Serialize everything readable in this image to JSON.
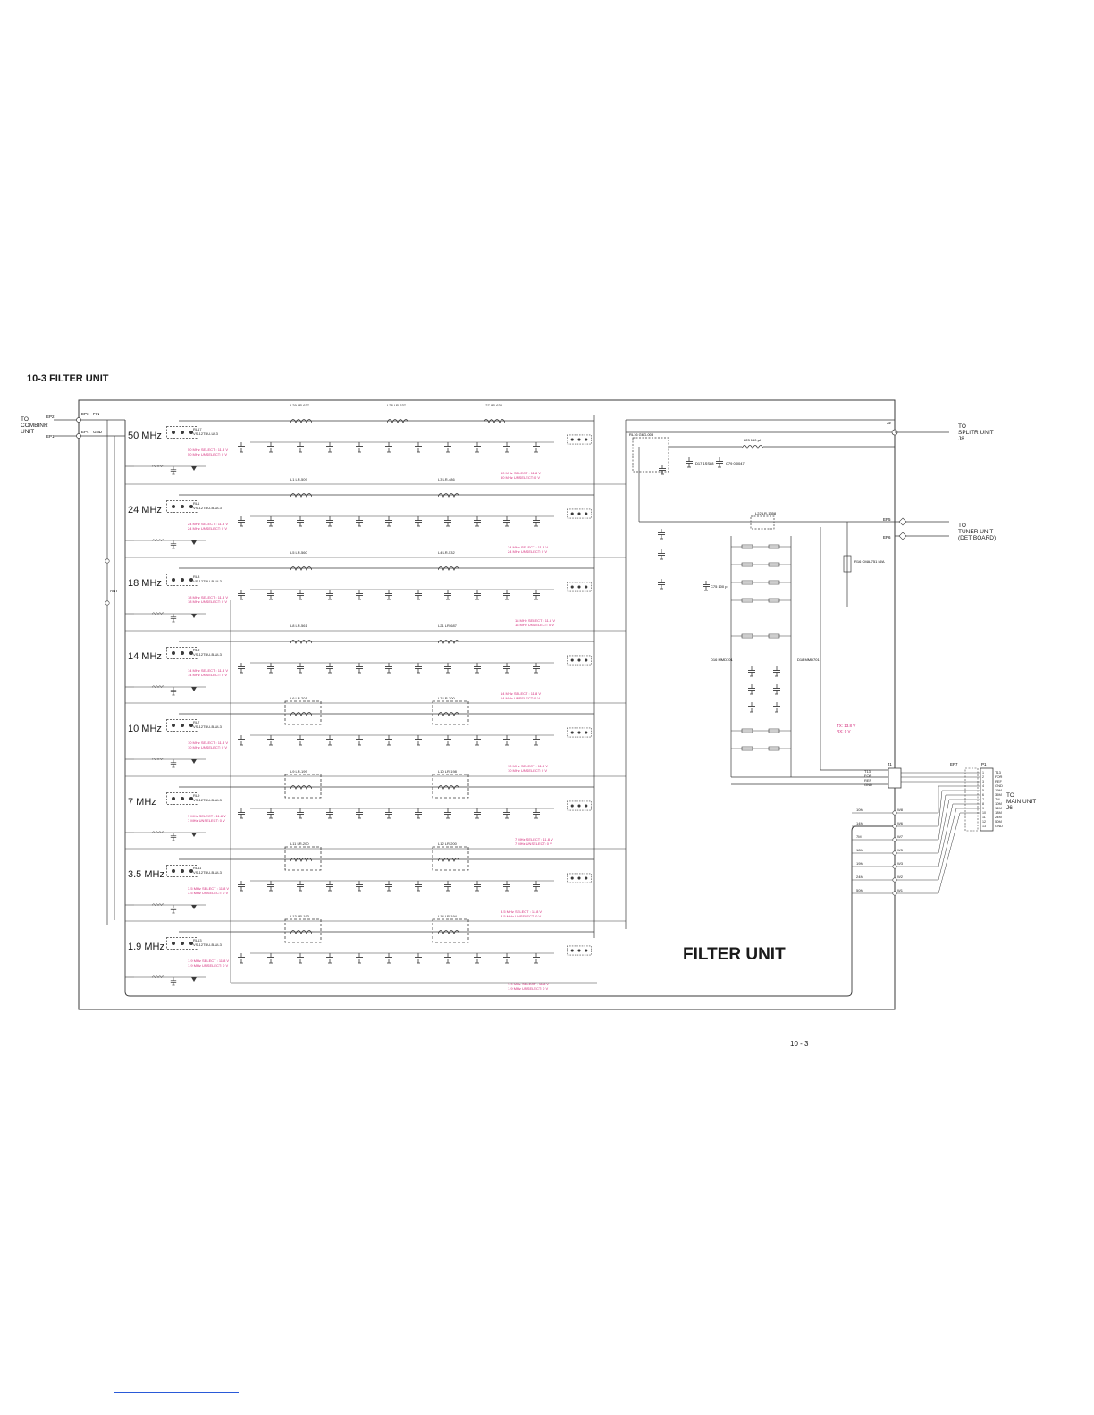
{
  "section_title": "10-3  FILTER UNIT",
  "unit_title": "FILTER UNIT",
  "page_number": "10 - 3",
  "colors": {
    "line": "#3a3a3a",
    "annotation": "#d4297a",
    "footer_rule": "#2a5ad8"
  },
  "connectors": {
    "combinr": [
      "TO",
      "COMBINR",
      "UNIT"
    ],
    "splitr": [
      "TO",
      "SPLITR UNIT",
      "J8"
    ],
    "tuner": [
      "TO",
      "TUNER UNIT",
      "(DET BOARD)"
    ],
    "main": [
      "TO",
      "MAIN UNIT",
      "J6"
    ]
  },
  "bands": [
    {
      "label": "50 MHz",
      "relay": "RL17",
      "relay_part": "VS-12TBU-UL3",
      "select": "50 MHz SELECT : 11.8 V",
      "unselect": "50 MHz UNSELECT: 0 V"
    },
    {
      "label": "24 MHz",
      "relay": "RL1",
      "relay_part": "VS-12TBU-B-UL3",
      "select": "24 MHz SELECT : 11.8 V",
      "unselect": "24 MHz UNSELECT: 0 V"
    },
    {
      "label": "18 MHz",
      "relay": "RL3",
      "relay_part": "VS-12TBU-B-UL3",
      "select": "18 MHz SELECT : 11.8 V",
      "unselect": "18 MHz UNSELECT: 0 V"
    },
    {
      "label": "14 MHz",
      "relay": "RL5",
      "relay_part": "VS-12TBU-B-UL3",
      "select": "14 MHz SELECT : 11.8 V",
      "unselect": "14 MHz UNSELECT: 0 V"
    },
    {
      "label": "10 MHz",
      "relay": "RL7",
      "relay_part": "VS-12TBU-B-UL3",
      "select": "10 MHz SELECT : 11.8 V",
      "unselect": "10 MHz UNSELECT: 0 V"
    },
    {
      "label": "7 MHz",
      "relay": "RL9",
      "relay_part": "VS-12TBU-B-UL3",
      "select": "7 MHz SELECT : 11.8 V",
      "unselect": "7 MHz UNSELECT: 0 V"
    },
    {
      "label": "3.5 MHz",
      "relay": "RL11",
      "relay_part": "VS-12TBU-B-UL3",
      "select": "3.5 MHz SELECT : 11.8 V",
      "unselect": "3.5 MHz UNSELECT: 0 V"
    },
    {
      "label": "1.9 MHz",
      "relay": "RL13",
      "relay_part": "VS-12TBU-B-UL3",
      "select": "1.9 MHz SELECT : 11.8 V",
      "unselect": "1.9 MHz UNSELECT: 0 V"
    }
  ],
  "right_annotations": [
    {
      "select": "50 MHz SELECT : 11.8 V",
      "unselect": "50 MHz UNSELECT: 0 V"
    },
    {
      "select": "24 MHz SELECT : 11.8 V",
      "unselect": "24 MHz UNSELECT: 0 V"
    },
    {
      "select": "18 MHz SELECT : 11.8 V",
      "unselect": "18 MHz UNSELECT: 0 V"
    },
    {
      "select": "14 MHz SELECT : 11.8 V",
      "unselect": "14 MHz UNSELECT: 0 V"
    },
    {
      "select": "10 MHz SELECT : 11.8 V",
      "unselect": "10 MHz UNSELECT: 0 V"
    },
    {
      "select": "7 MHz SELECT : 11.8 V",
      "unselect": "7 MHz UNSELECT: 0 V"
    },
    {
      "select": "3.5 MHz SELECT : 11.8 V",
      "unselect": "3.5 MHz UNSELECT: 0 V"
    },
    {
      "select": "1.9 MHz SELECT : 11.8 V",
      "unselect": "1.9 MHz UNSELECT: 0 V"
    }
  ],
  "tx_rx": {
    "tx": "TX: 13.8 V",
    "rx": "RX: 0 V"
  },
  "ports": {
    "ep1": "EP1",
    "ep2": "EP2",
    "ep3": "EP3",
    "ep4": "EP4",
    "ep5": "EP5",
    "ep6": "EP6",
    "ep7": "EP7",
    "ant": "ANT",
    "j2": "J2",
    "j1": "J1",
    "p1": "P1",
    "fin": "FIN",
    "gnd": "GND"
  },
  "j1_pins": [
    "T13",
    "FOR",
    "REF",
    "GND"
  ],
  "p1_pins": [
    "T13",
    "FOR",
    "REF",
    "GND",
    "19M",
    "35M",
    "7M",
    "10M",
    "14M",
    "18M",
    "24M",
    "50M",
    "GND"
  ],
  "w_labels": [
    "W8",
    "W6",
    "W7",
    "W5",
    "W3",
    "W2",
    "W1"
  ],
  "w_bands": [
    "10M",
    "14M",
    "7M",
    "18M",
    "19M",
    "24M",
    "50M"
  ],
  "coils": [
    "L29 LR-637",
    "L28 LR-637",
    "L27 LR-638",
    "L1 LR-509",
    "L3 LR-486",
    "L5 LR-560",
    "L4 LR-532",
    "L8 LR-561",
    "L21 LR-687",
    "L6 LR-201",
    "L7 LR-200",
    "L9 LR-199",
    "L10 LR-198",
    "L11 LR-200",
    "L12 LR-200",
    "L13 LR-193",
    "L14 LR-194"
  ],
  "misc_parts": [
    "RL16 G6G-003",
    "L23 150 µH",
    "D17 1SS88",
    "C79 0.0047",
    "L22 LR-1358",
    "R16 CMA-751 M/A",
    "C75 100 p",
    "D16 MMD701",
    "D18 MMD701"
  ]
}
